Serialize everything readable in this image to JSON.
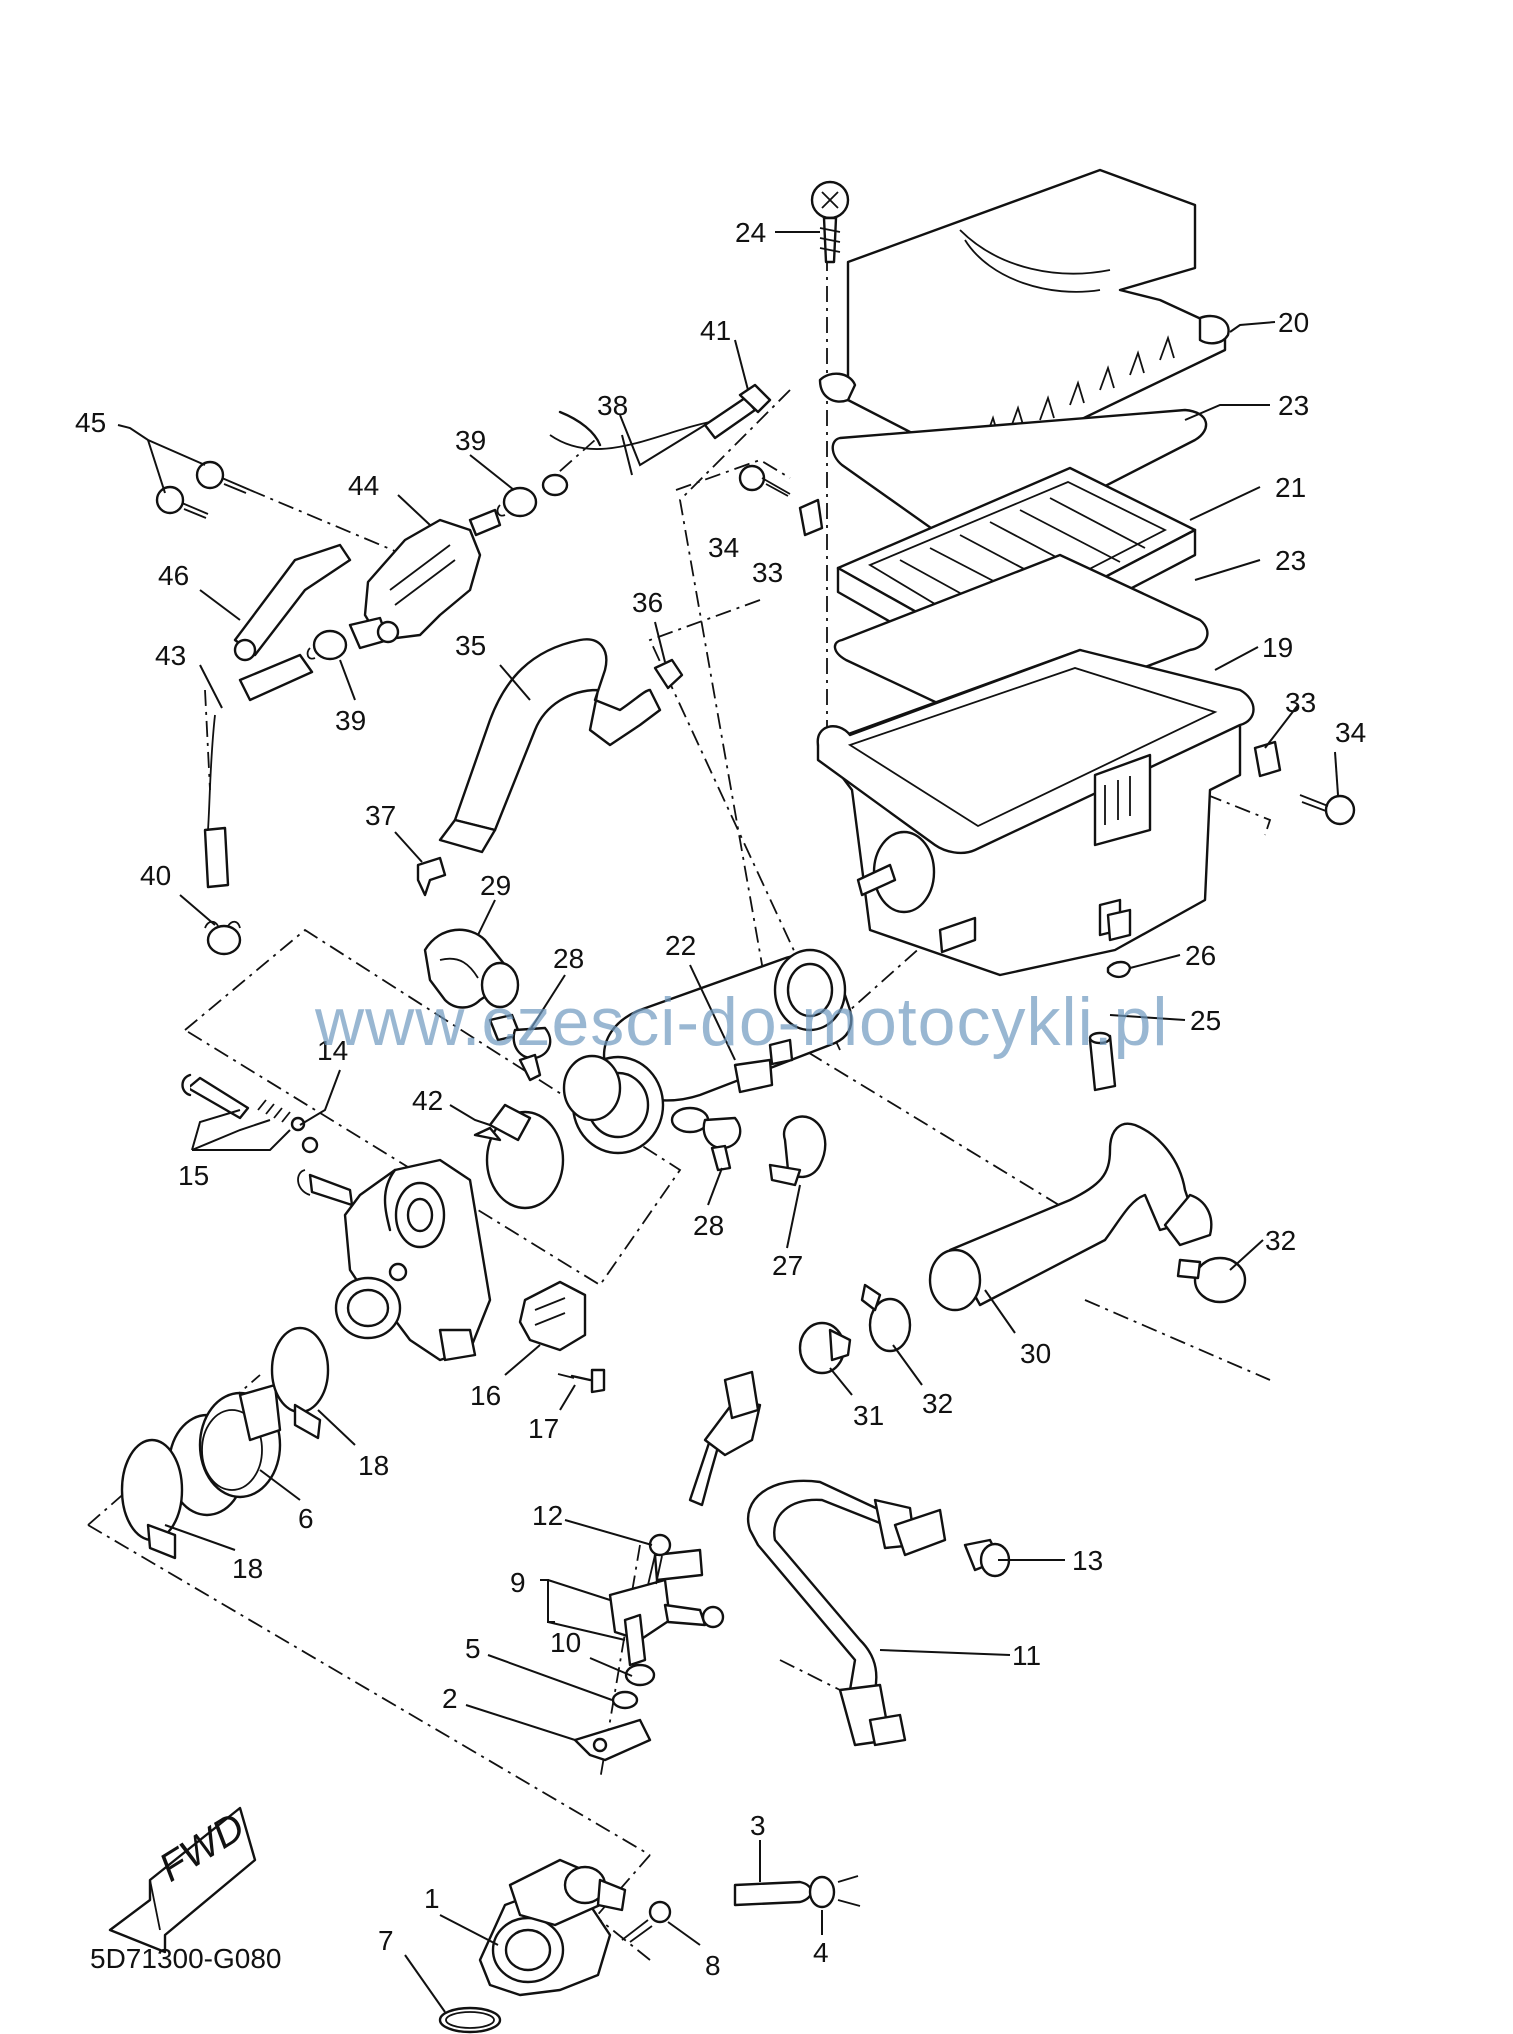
{
  "diagram": {
    "drawing_code": "5D71300-G080",
    "watermark": "www.czesci-do-motocykli.pl",
    "direction_label": "FWD",
    "callouts": [
      {
        "id": "c1",
        "label": "1"
      },
      {
        "id": "c2",
        "label": "2"
      },
      {
        "id": "c3",
        "label": "3"
      },
      {
        "id": "c4",
        "label": "4"
      },
      {
        "id": "c5",
        "label": "5"
      },
      {
        "id": "c6",
        "label": "6"
      },
      {
        "id": "c7",
        "label": "7"
      },
      {
        "id": "c8",
        "label": "8"
      },
      {
        "id": "c9",
        "label": "9"
      },
      {
        "id": "c10",
        "label": "10"
      },
      {
        "id": "c11",
        "label": "11"
      },
      {
        "id": "c12",
        "label": "12"
      },
      {
        "id": "c13",
        "label": "13"
      },
      {
        "id": "c14",
        "label": "14"
      },
      {
        "id": "c15",
        "label": "15"
      },
      {
        "id": "c16",
        "label": "16"
      },
      {
        "id": "c17",
        "label": "17"
      },
      {
        "id": "c18a",
        "label": "18"
      },
      {
        "id": "c18b",
        "label": "18"
      },
      {
        "id": "c19",
        "label": "19"
      },
      {
        "id": "c20",
        "label": "20"
      },
      {
        "id": "c21",
        "label": "21"
      },
      {
        "id": "c22",
        "label": "22"
      },
      {
        "id": "c23a",
        "label": "23"
      },
      {
        "id": "c23b",
        "label": "23"
      },
      {
        "id": "c24",
        "label": "24"
      },
      {
        "id": "c25",
        "label": "25"
      },
      {
        "id": "c26",
        "label": "26"
      },
      {
        "id": "c27",
        "label": "27"
      },
      {
        "id": "c28a",
        "label": "28"
      },
      {
        "id": "c28b",
        "label": "28"
      },
      {
        "id": "c29",
        "label": "29"
      },
      {
        "id": "c30",
        "label": "30"
      },
      {
        "id": "c31",
        "label": "31"
      },
      {
        "id": "c32a",
        "label": "32"
      },
      {
        "id": "c32b",
        "label": "32"
      },
      {
        "id": "c33a",
        "label": "33"
      },
      {
        "id": "c33b",
        "label": "33"
      },
      {
        "id": "c34a",
        "label": "34"
      },
      {
        "id": "c34b",
        "label": "34"
      },
      {
        "id": "c35",
        "label": "35"
      },
      {
        "id": "c36",
        "label": "36"
      },
      {
        "id": "c37",
        "label": "37"
      },
      {
        "id": "c38",
        "label": "38"
      },
      {
        "id": "c39a",
        "label": "39"
      },
      {
        "id": "c39b",
        "label": "39"
      },
      {
        "id": "c40",
        "label": "40"
      },
      {
        "id": "c41",
        "label": "41"
      },
      {
        "id": "c42",
        "label": "42"
      },
      {
        "id": "c43",
        "label": "43"
      },
      {
        "id": "c44",
        "label": "44"
      },
      {
        "id": "c45",
        "label": "45"
      },
      {
        "id": "c46",
        "label": "46"
      }
    ]
  }
}
